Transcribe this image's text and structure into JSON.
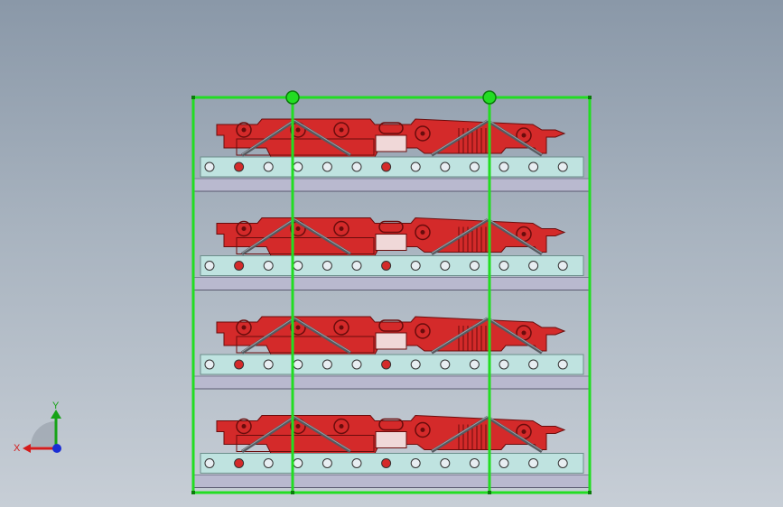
{
  "viewport": {
    "background_top": "#8a98a8",
    "background_bottom": "#c7ced6"
  },
  "model": {
    "tiers": 4,
    "holes_per_bar": 13,
    "part_color": "#d42a2a",
    "part_edge_color": "#6a0c0c",
    "bar_color": "#bfe3e0",
    "shelf_color": "#b9b9cf",
    "frame_color": "#22dd22",
    "frame_edge_color": "#0b7a0b",
    "diagonal_color": "#555a60"
  },
  "triad": {
    "x_label": "X",
    "y_label": "Y",
    "x_color": "#d41c1c",
    "y_color": "#16a316",
    "z_color": "#1a2dd4"
  }
}
